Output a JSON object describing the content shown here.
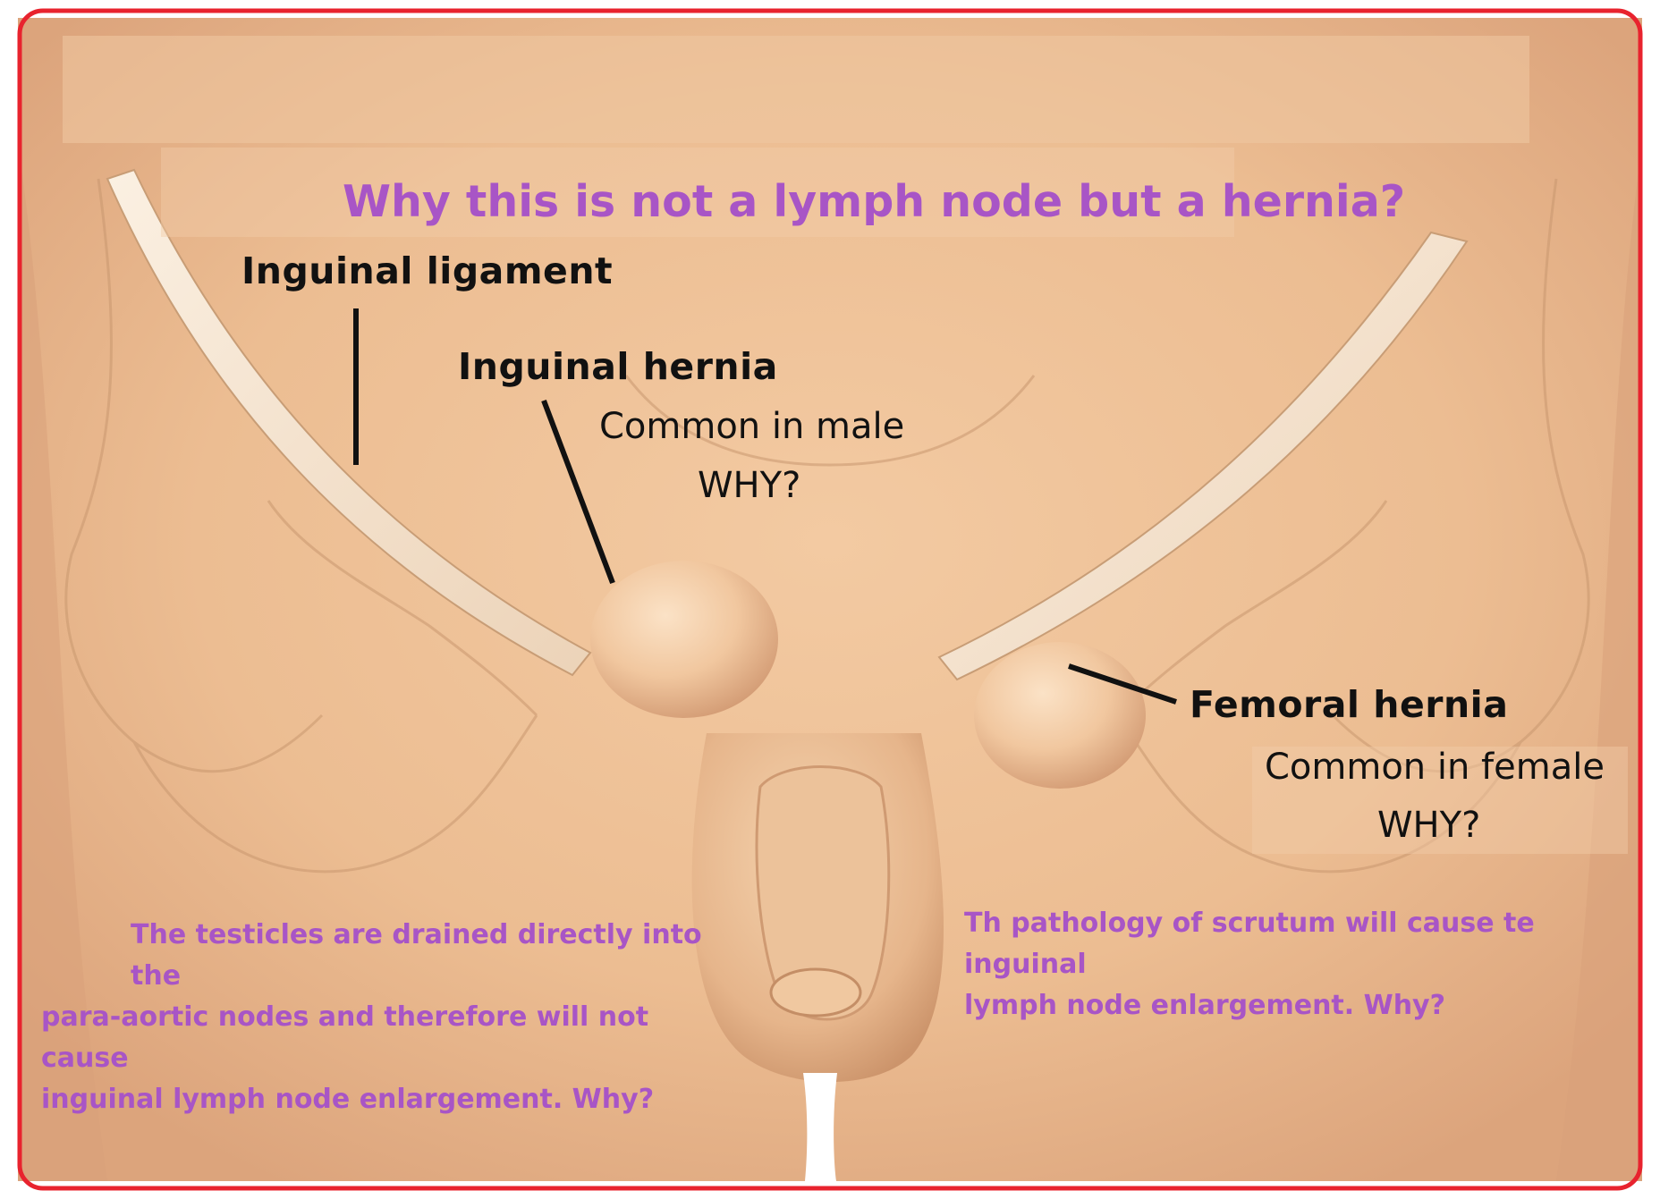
{
  "title": "Why this is not a lymph node but a hernia?",
  "labels": {
    "inguinal_ligament": "Inguinal ligament",
    "inguinal_hernia": "Inguinal hernia",
    "inguinal_hernia_note": "Common in male",
    "inguinal_hernia_why": "WHY?",
    "femoral_hernia": "Femoral hernia",
    "femoral_hernia_note": "Common in female",
    "femoral_hernia_why": "WHY?"
  },
  "questions": {
    "left": {
      "line1": "The testicles are drained directly into the",
      "line2": "para-aortic nodes and therefore will not cause",
      "line3": "inguinal lymph node enlargement.  Why?"
    },
    "right": {
      "line1": "Th pathology of scrutum will cause te inguinal",
      "line2": "lymph node enlargement.  Why?"
    }
  },
  "colors": {
    "frame": "#e8232e",
    "skin": "#f0c49a",
    "skin_shadow": "#d9a27a",
    "ligament": "#f7e6d2",
    "annotation_purple": "#a855c6",
    "label_text": "#111111"
  }
}
